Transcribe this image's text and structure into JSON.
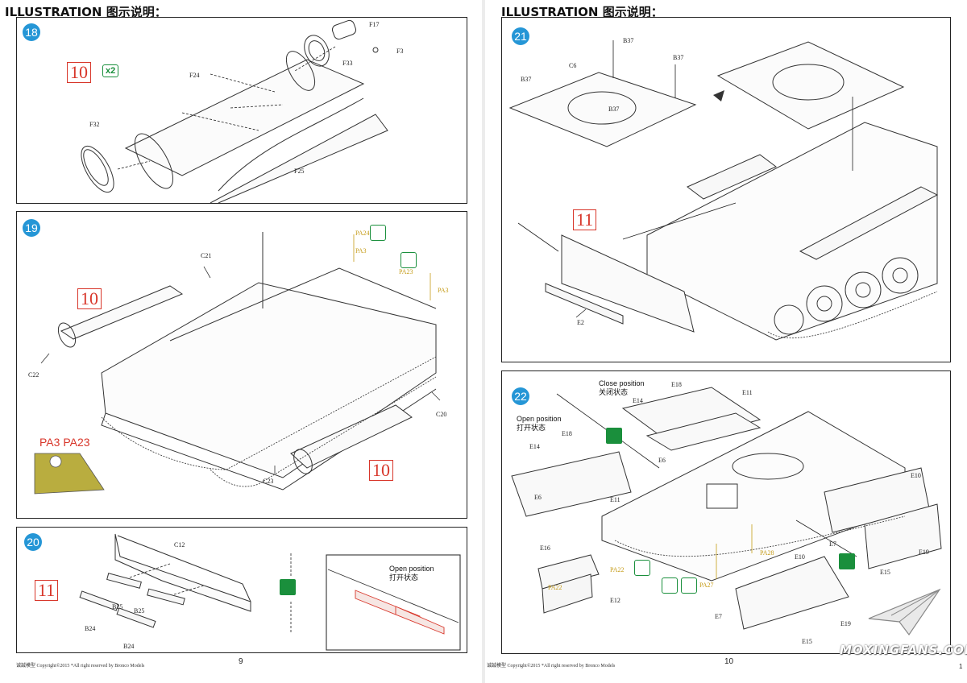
{
  "left_page": {
    "header": "ILLUSTRATION 图示说明：",
    "step18": {
      "number": "18",
      "ref": "10",
      "qty": "x2",
      "labels": {
        "f17": "F17",
        "f3": "F3",
        "f33": "F33",
        "f24": "F24",
        "f32": "F32",
        "f25": "F25"
      }
    },
    "step19": {
      "number": "19",
      "ref_a": "10",
      "ref_b": "10",
      "labels": {
        "c21": "C21",
        "pa24": "PA24",
        "pa3a": "PA3",
        "pa23": "PA23",
        "pa3b": "PA3",
        "c22": "C22",
        "c20": "C20",
        "c23": "C23"
      },
      "inset_title": "PA3 PA23"
    },
    "step20": {
      "number": "20",
      "ref": "11",
      "labels": {
        "c12": "C12",
        "b25a": "B25",
        "b25b": "B25",
        "b24a": "B24",
        "b24b": "B24"
      },
      "inset_note": [
        "Open position",
        "打开状态"
      ]
    },
    "footer": "诚誠模型  Copyright©2015  *All right reserved by Bronco Models",
    "page_number": "9"
  },
  "right_page": {
    "header": "ILLUSTRATION 图示说明：",
    "step21": {
      "number": "21",
      "ref": "11",
      "labels": {
        "b37top": "B37",
        "c6": "C6",
        "b37left": "B37",
        "b37right": "B37",
        "b37mid": "B37",
        "e2": "E2"
      }
    },
    "step22": {
      "number": "22",
      "close_note": [
        "Close position",
        "关闭状态"
      ],
      "open_note": [
        "Open position",
        "打开状态"
      ],
      "labels": {
        "e18a": "E18",
        "e11a": "E11",
        "e14a": "E14",
        "e6a": "E6",
        "e14b": "E14",
        "e18b": "E18",
        "e6b": "E6",
        "e11b": "E11",
        "e10a": "E10",
        "e7a": "E7",
        "e19a": "E19",
        "e15a": "E15",
        "e16": "E16",
        "pa22a": "PA22",
        "pa22b": "PA22",
        "e12": "E12",
        "pa27": "PA27",
        "pa28": "PA28",
        "e10b": "E10",
        "e7b": "E7",
        "e19b": "E19",
        "e15b": "E15"
      }
    },
    "footer": "诚誠模型  Copyright©2015  *All right reserved by Bronco Models",
    "page_number": "10",
    "corner_mark": "1"
  },
  "watermark": "MOXINGFANS.COM",
  "colors": {
    "step_badge": "#2596d6",
    "reference_box": "#d8362a",
    "paint_callout": "#c59b16",
    "symbol_green": "#1a8f3c",
    "inset_yellow": "#b9ad3f"
  }
}
